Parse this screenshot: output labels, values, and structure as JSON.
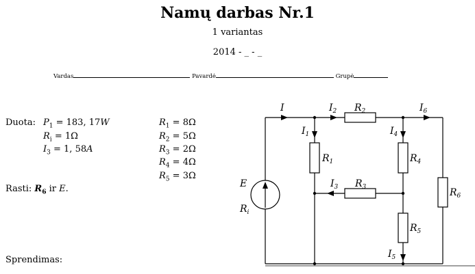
{
  "header": {
    "title": "Namų darbas Nr.1",
    "variant": "1 variantas",
    "date": "2014 - _ - _"
  },
  "student_fields": [
    {
      "label": "Vardas"
    },
    {
      "label": "Pavardė"
    },
    {
      "label": "Grupė"
    }
  ],
  "given": {
    "label": "Duota:",
    "left": [
      {
        "sym": "P",
        "sub": "1",
        "eq": " = 183, 17",
        "unit": "W"
      },
      {
        "sym": "R",
        "sub": "i",
        "eq": " = 1Ω",
        "unit": ""
      },
      {
        "sym": "I",
        "sub": "3",
        "eq": " = 1, 58",
        "unit": "A"
      }
    ],
    "right": [
      {
        "sym": "R",
        "sub": "1",
        "eq": " = 8Ω"
      },
      {
        "sym": "R",
        "sub": "2",
        "eq": " = 5Ω"
      },
      {
        "sym": "R",
        "sub": "3",
        "eq": " = 2Ω"
      },
      {
        "sym": "R",
        "sub": "4",
        "eq": " = 4Ω"
      },
      {
        "sym": "R",
        "sub": "5",
        "eq": " = 3Ω"
      }
    ]
  },
  "find": {
    "label": "Rasti:",
    "r6": "R",
    "r6_sub": "6",
    "conj": " ir ",
    "e": "E",
    "end": "."
  },
  "solution_label": "Sprendimas:",
  "circuit": {
    "labels": {
      "I": "I",
      "I1": "I",
      "I1s": "1",
      "I2": "I",
      "I2s": "2",
      "I3": "I",
      "I3s": "3",
      "I4": "I",
      "I4s": "4",
      "I5": "I",
      "I5s": "5",
      "I6": "I",
      "I6s": "6",
      "R1": "R",
      "R1s": "1",
      "R2": "R",
      "R2s": "2",
      "R3": "R",
      "R3s": "3",
      "R4": "R",
      "R4s": "4",
      "R5": "R",
      "R5s": "5",
      "R6": "R",
      "R6s": "6",
      "E": "E",
      "Ri": "R",
      "Ris": "i"
    }
  }
}
